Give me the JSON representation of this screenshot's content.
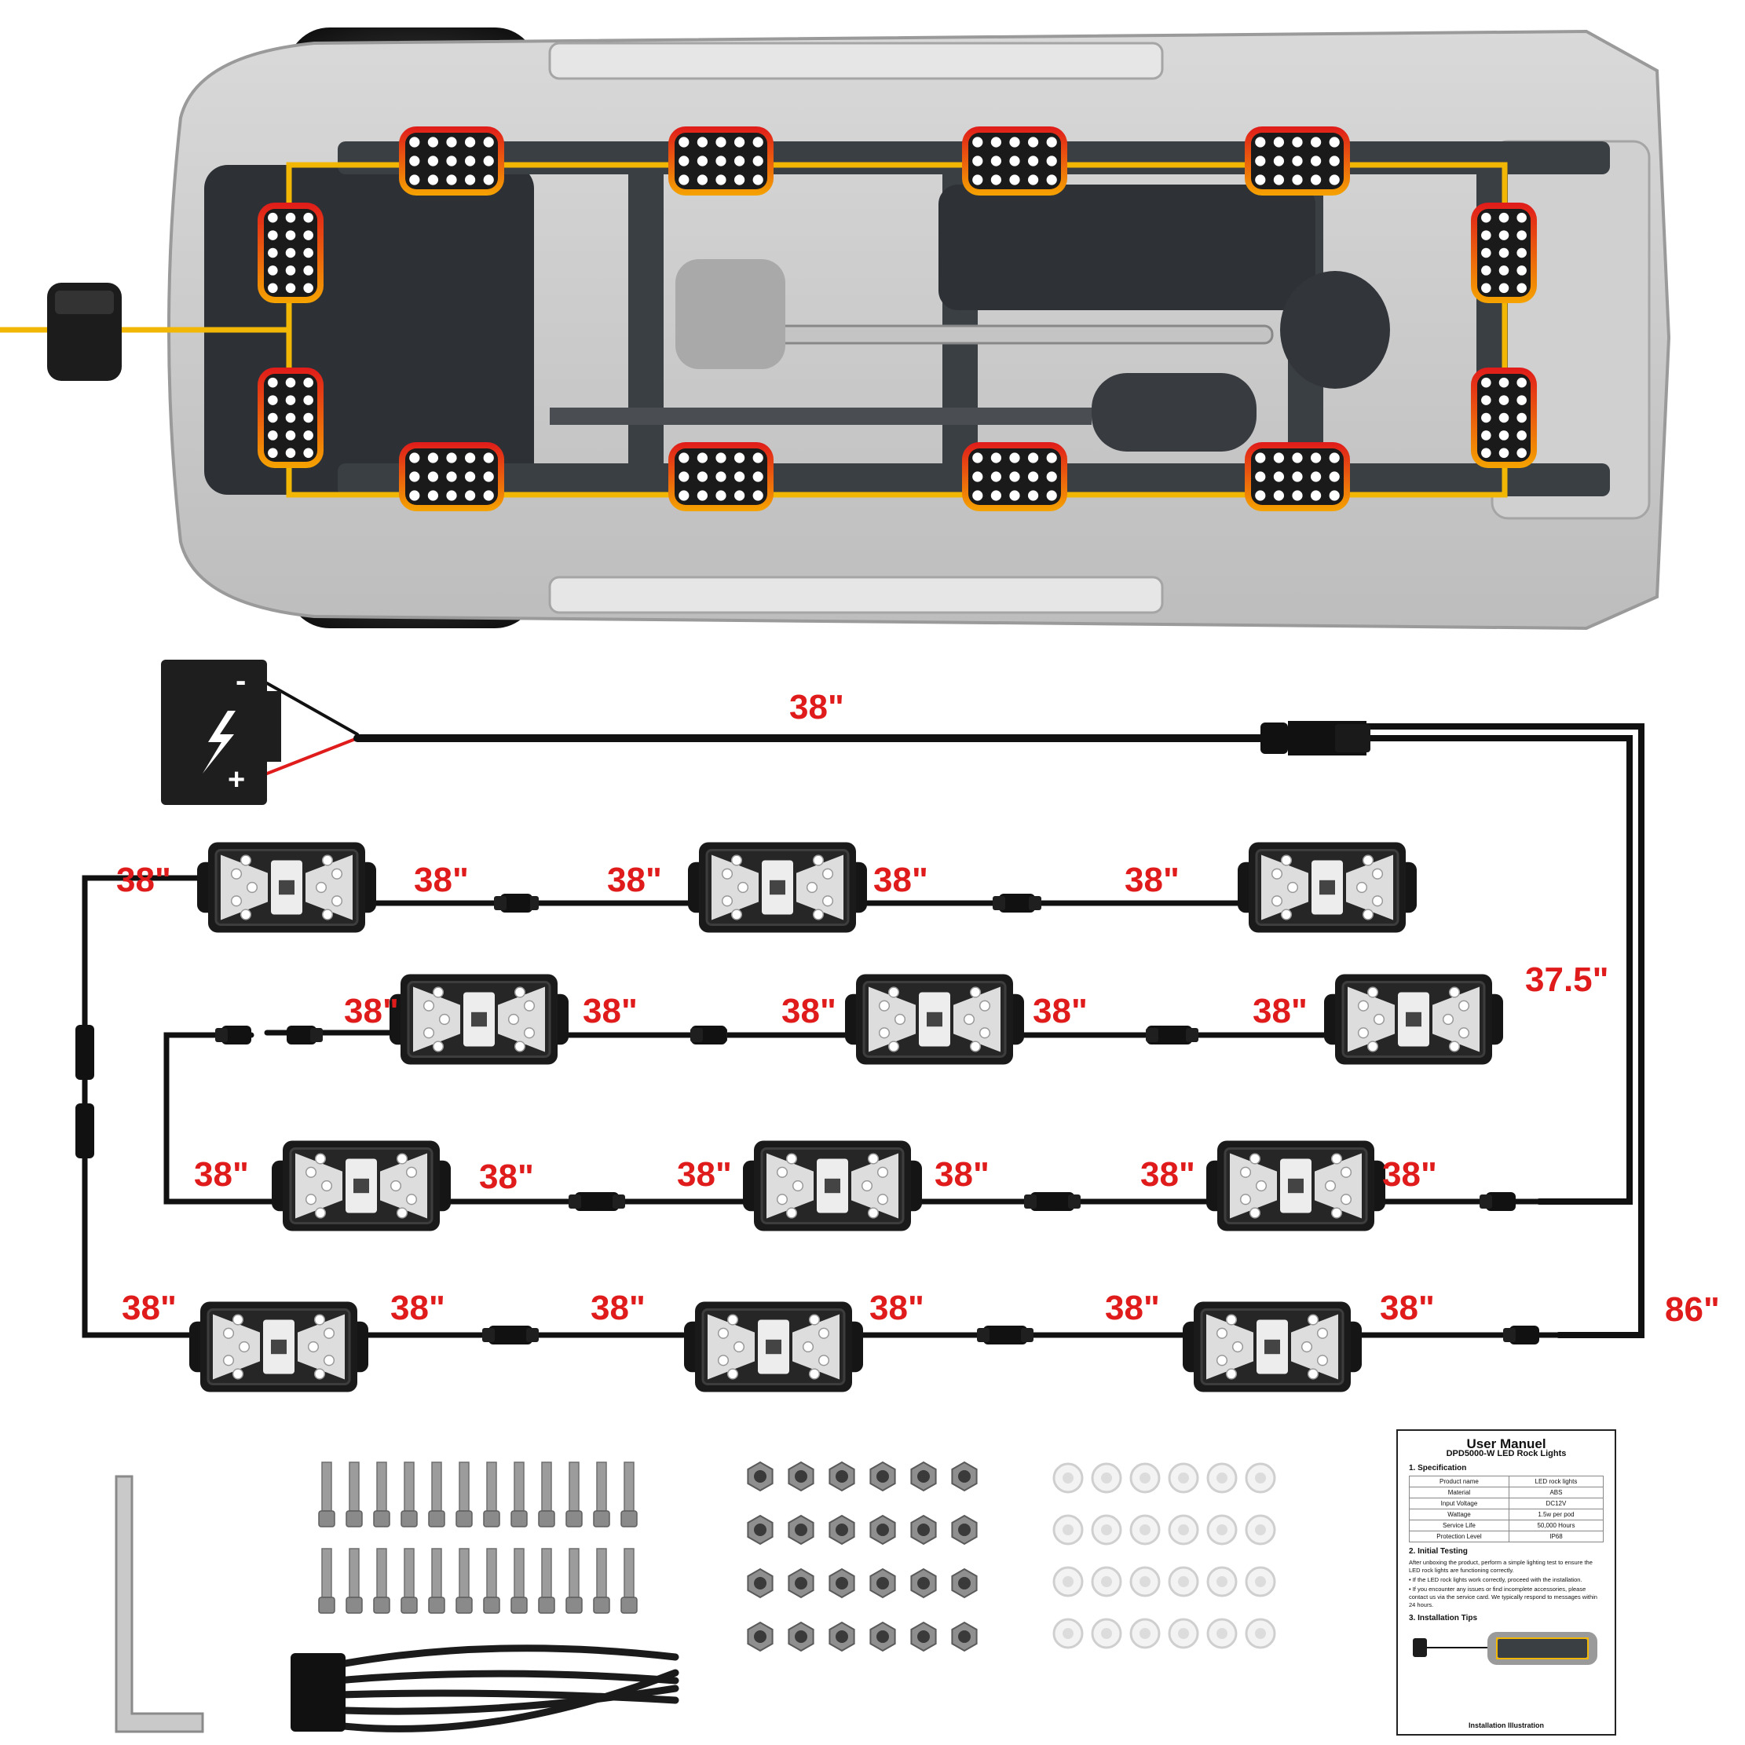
{
  "colors": {
    "harness": "#f2b705",
    "halo_inner": "#f5a300",
    "halo_outer": "#e01b1b",
    "cable": "#111111",
    "label": "#e01b1b",
    "frame": "#3a3f44"
  },
  "icons": {
    "battery": "battery-icon",
    "controller": "controller-box-icon",
    "rock_light": "led-rock-light-icon",
    "hex_key": "hex-key-icon",
    "bolt": "bolt-icon",
    "nut": "nut-icon",
    "washer": "washer-icon",
    "cable_tie": "cable-tie-icon"
  },
  "battery": {
    "minus": "-",
    "plus": "+"
  },
  "wiring": {
    "labels": [
      {
        "id": "lead",
        "text": "38\""
      },
      {
        "id": "r1a",
        "text": "38\""
      },
      {
        "id": "r1b",
        "text": "38\""
      },
      {
        "id": "r1c",
        "text": "38\""
      },
      {
        "id": "r1d",
        "text": "38\""
      },
      {
        "id": "r1e",
        "text": "38\""
      },
      {
        "id": "right1",
        "text": "37.5\""
      },
      {
        "id": "r2a",
        "text": "38\""
      },
      {
        "id": "r2b",
        "text": "38\""
      },
      {
        "id": "r2c",
        "text": "38\""
      },
      {
        "id": "r2d",
        "text": "38\""
      },
      {
        "id": "r2e",
        "text": "38\""
      },
      {
        "id": "r3a",
        "text": "38\""
      },
      {
        "id": "r3b",
        "text": "38\""
      },
      {
        "id": "r3c",
        "text": "38\""
      },
      {
        "id": "r3d",
        "text": "38\""
      },
      {
        "id": "r3e",
        "text": "38\""
      },
      {
        "id": "r3f",
        "text": "38\""
      },
      {
        "id": "r4a",
        "text": "38\""
      },
      {
        "id": "r4b",
        "text": "38\""
      },
      {
        "id": "r4c",
        "text": "38\""
      },
      {
        "id": "r4d",
        "text": "38\""
      },
      {
        "id": "r4e",
        "text": "38\""
      },
      {
        "id": "r4f",
        "text": "38\""
      },
      {
        "id": "right2",
        "text": "86\""
      }
    ]
  },
  "manual": {
    "title": "User Manuel",
    "subtitle": "DPD5000-W LED Rock Lights",
    "section1": "1. Specification",
    "spec_rows": [
      {
        "k": "Product name",
        "v": "LED rock lights"
      },
      {
        "k": "Material",
        "v": "ABS"
      },
      {
        "k": "Input Voltage",
        "v": "DC12V"
      },
      {
        "k": "Wattage",
        "v": "1.5w per pod"
      },
      {
        "k": "Service Life",
        "v": "50,000 Hours"
      },
      {
        "k": "Protection Level",
        "v": "IP68"
      }
    ],
    "section2": "2. Initial Testing",
    "testing_text": "After unboxing the product, perform a simple lighting test to ensure the LED rock lights are functioning correctly.",
    "bullet1": "• If the LED rock lights work correctly, proceed with the installation.",
    "bullet2": "• If you encounter any issues or find incomplete accessories, please contact us via the service card. We typically respond to messages within 24 hours.",
    "section3": "3. Installation Tips",
    "caption": "Installation Illustration"
  }
}
